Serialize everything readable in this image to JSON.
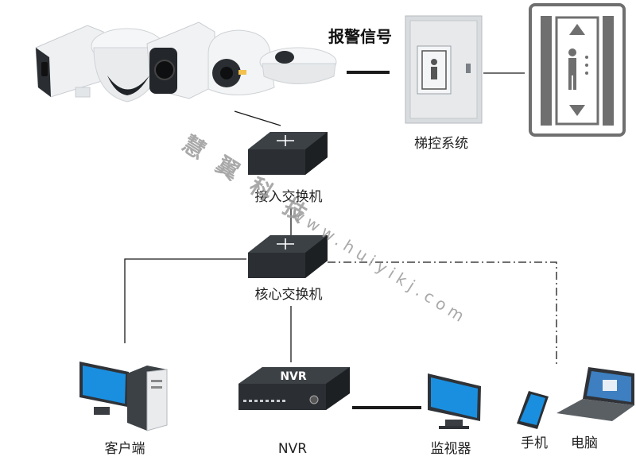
{
  "labels": {
    "alarm_signal": "报警信号",
    "elevator_control_system": "梯控系统",
    "access_switch": "接入交换机",
    "core_switch": "核心交换机",
    "client": "客户端",
    "nvr": "NVR",
    "nvr_device_label": "NVR",
    "monitor": "监视器",
    "phone": "手机",
    "computer": "电脑"
  },
  "watermark": {
    "brand": "慧翼科技",
    "url": "www.huiyikj.com"
  },
  "colors": {
    "line": "#1a1a1a",
    "switch_body": "#2b2f33",
    "screen_blue": "#1a8fe0",
    "panel_gray": "#d9dcdf",
    "elevator_sign": "#6f6f6f",
    "watermark": "#9a9a9a"
  }
}
